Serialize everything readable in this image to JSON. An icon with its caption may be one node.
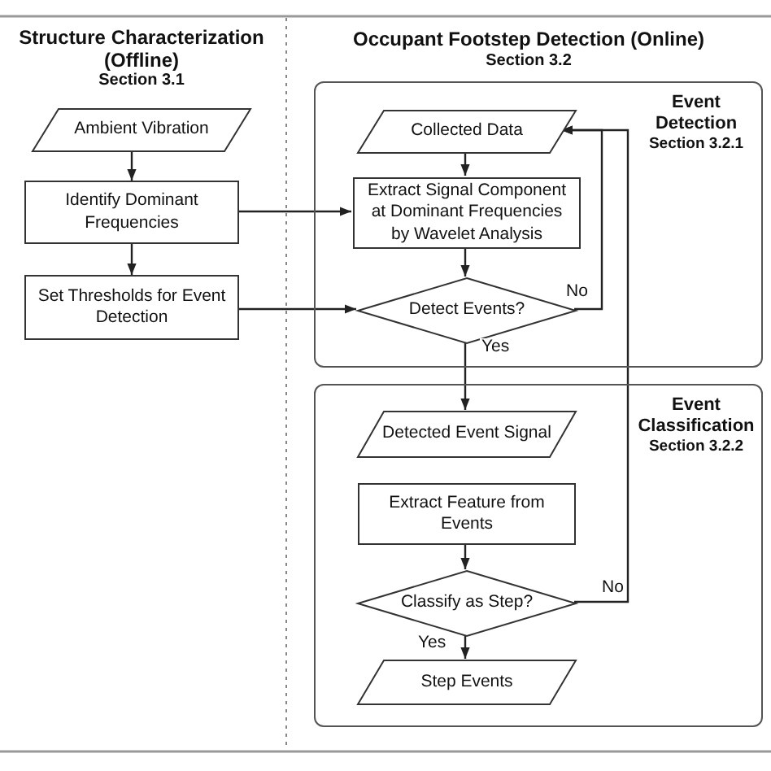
{
  "diagram": {
    "nodes": [
      {
        "text": [
          "Ambient Vibration"
        ]
      },
      {
        "text": [
          "Identify Dominant Frequencies"
        ]
      },
      {
        "text": [
          "Set Thresholds for Event Detection"
        ]
      },
      {
        "text": [
          "Event Detection",
          "Section 3.2.1"
        ]
      },
      {
        "text": [
          "Collected Data"
        ],
        "in": 3
      },
      {
        "text": [
          "Extract Signal Component at Dominant Frequencies by Wavelet Analysis"
        ],
        "in": 3
      },
      {
        "text": [
          "Detect Events?"
        ],
        "in": 3
      },
      {
        "text": [
          "Event Classification",
          "Section 3.2.2"
        ]
      },
      {
        "text": [
          "Detected Event Signal"
        ],
        "in": 7
      },
      {
        "text": [
          "Extract Feature from Events"
        ],
        "in": 7
      },
      {
        "text": [
          "Classify as Step?"
        ],
        "in": 7
      },
      {
        "text": [
          "Step Events"
        ],
        "in": 7
      }
    ],
    "edges": [
      {
        "from": 0,
        "to": 1,
        "arrow": "to"
      },
      {
        "from": 1,
        "to": 2,
        "arrow": "to"
      },
      {
        "from": 1,
        "to": 5,
        "arrow": "to"
      },
      {
        "from": 2,
        "to": 6,
        "arrow": "to"
      },
      {
        "from": 4,
        "to": 5,
        "arrow": "to"
      },
      {
        "from": 5,
        "to": 6,
        "arrow": "to"
      },
      {
        "from": 6,
        "to": 8,
        "arrow": "to",
        "label": "Yes"
      },
      {
        "from": 6,
        "to": 4,
        "arrow": "to",
        "label": "No"
      },
      {
        "from": 9,
        "to": 10,
        "arrow": "to"
      },
      {
        "from": 10,
        "to": 11,
        "arrow": "to",
        "label": "Yes"
      },
      {
        "from": 10,
        "to": 4,
        "arrow": "to",
        "label": "No"
      }
    ],
    "labels": [
      "Structure Characterization (Offline)",
      "Section 3.1",
      "Occupant Footstep Detection (Online)",
      "Section 3.2"
    ]
  }
}
